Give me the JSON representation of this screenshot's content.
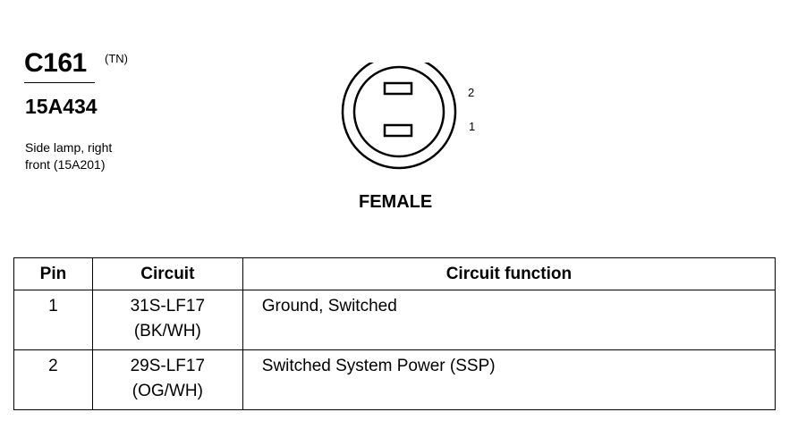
{
  "header": {
    "connector_id": "C161",
    "connector_suffix": "(TN)",
    "part_number": "15A434",
    "description_line1": "Side lamp, right",
    "description_line2": "front (15A201)"
  },
  "diagram": {
    "pin_labels": [
      "2",
      "1"
    ],
    "gender": "FEMALE"
  },
  "table": {
    "headers": [
      "Pin",
      "Circuit",
      "Circuit function"
    ],
    "rows": [
      {
        "pin": "1",
        "circuit": "31S-LF17",
        "color": "(BK/WH)",
        "function": "Ground, Switched"
      },
      {
        "pin": "2",
        "circuit": "29S-LF17",
        "color": "(OG/WH)",
        "function": "Switched System Power (SSP)"
      }
    ]
  }
}
